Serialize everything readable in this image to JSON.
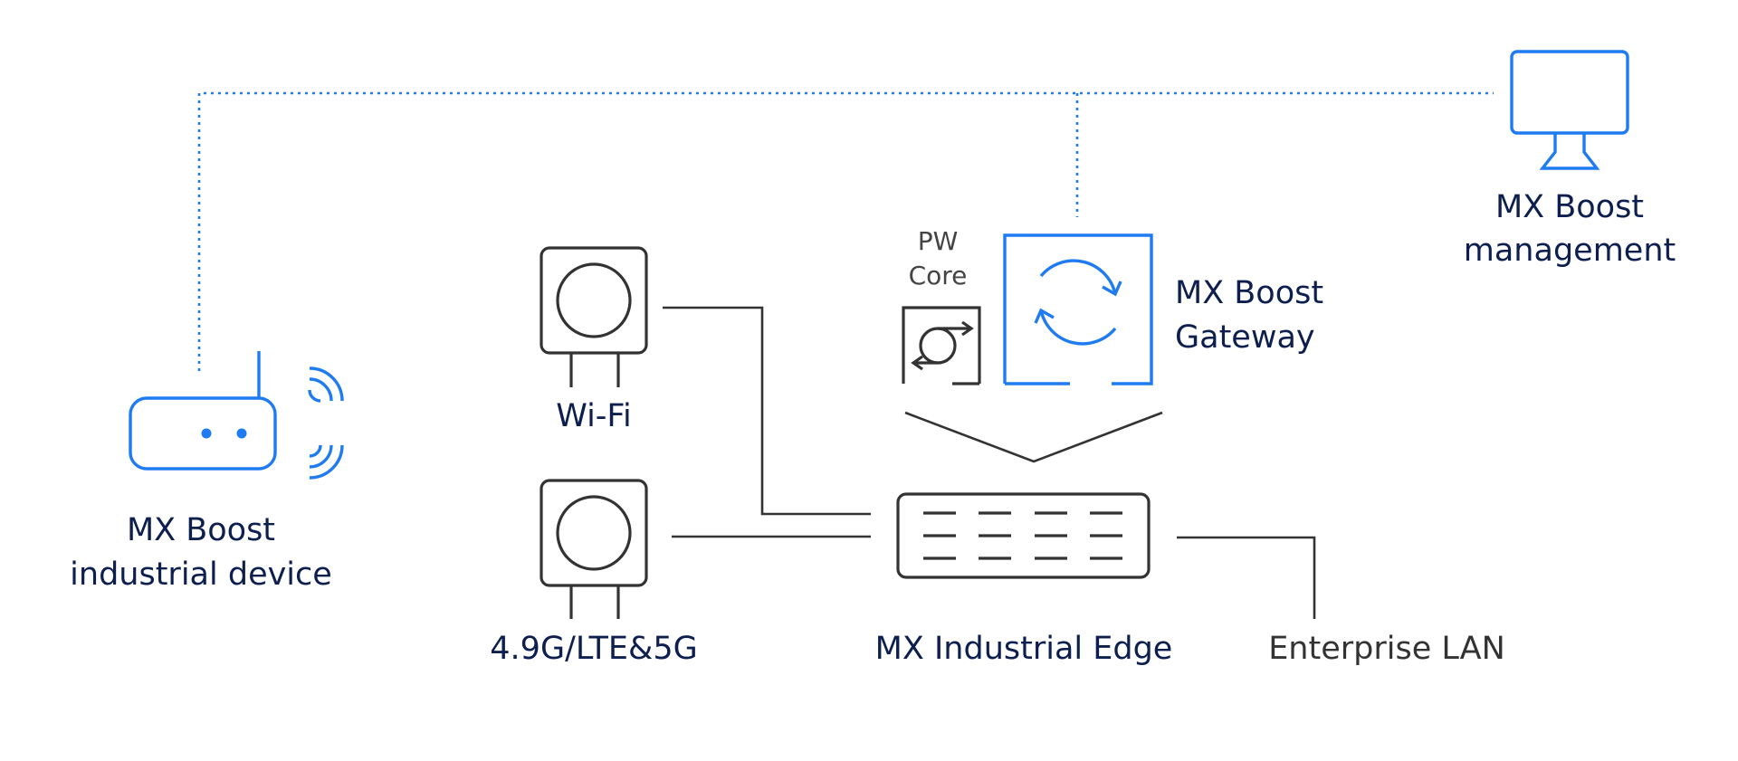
{
  "labels": {
    "industrial_device_line1": "MX Boost",
    "industrial_device_line2": "industrial device",
    "wifi": "Wi-Fi",
    "cellular": "4.9G/LTE&5G",
    "pw_core_line1": "PW",
    "pw_core_line2": "Core",
    "gateway_line1": "MX Boost",
    "gateway_line2": "Gateway",
    "management_line1": "MX Boost",
    "management_line2": "management",
    "industrial_edge": "MX Industrial Edge",
    "enterprise_lan": "Enterprise LAN"
  },
  "colors": {
    "accent_blue": "#1f7bf2",
    "device_gray": "#333333",
    "label_navy": "#0d1f4f"
  },
  "icons": {
    "industrial_device": "wireless-router-icon",
    "wifi_access_point": "access-point-icon",
    "cellular_radio": "radio-unit-icon",
    "pw_core": "sync-arrows-icon",
    "gateway": "refresh-cycle-icon",
    "management": "monitor-icon",
    "edge": "network-switch-icon"
  }
}
